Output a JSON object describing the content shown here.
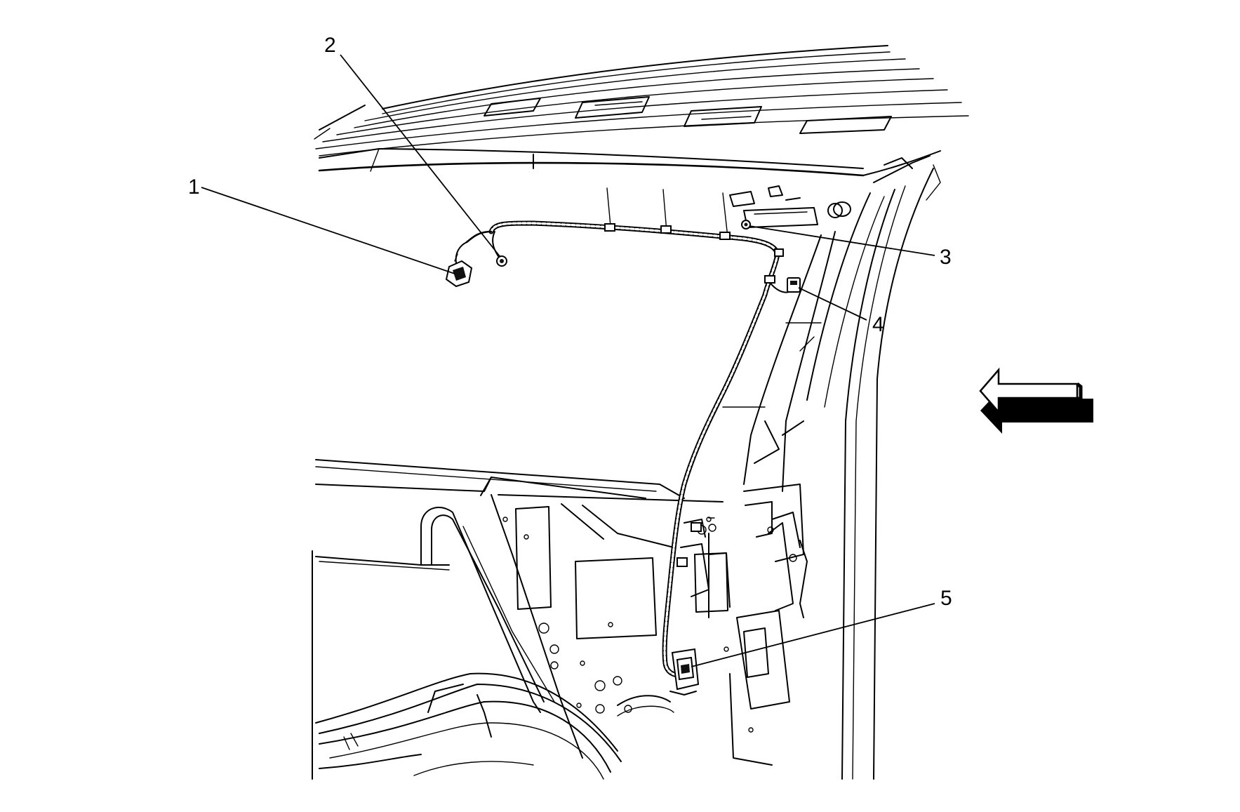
{
  "callouts": [
    {
      "id": "1",
      "label": "1"
    },
    {
      "id": "2",
      "label": "2"
    },
    {
      "id": "3",
      "label": "3"
    },
    {
      "id": "4",
      "label": "4"
    },
    {
      "id": "5",
      "label": "5"
    }
  ],
  "direction_arrow": {
    "icon": "left-arrow-icon",
    "points": "left"
  },
  "colors": {
    "line": "#000000",
    "background": "#ffffff"
  }
}
